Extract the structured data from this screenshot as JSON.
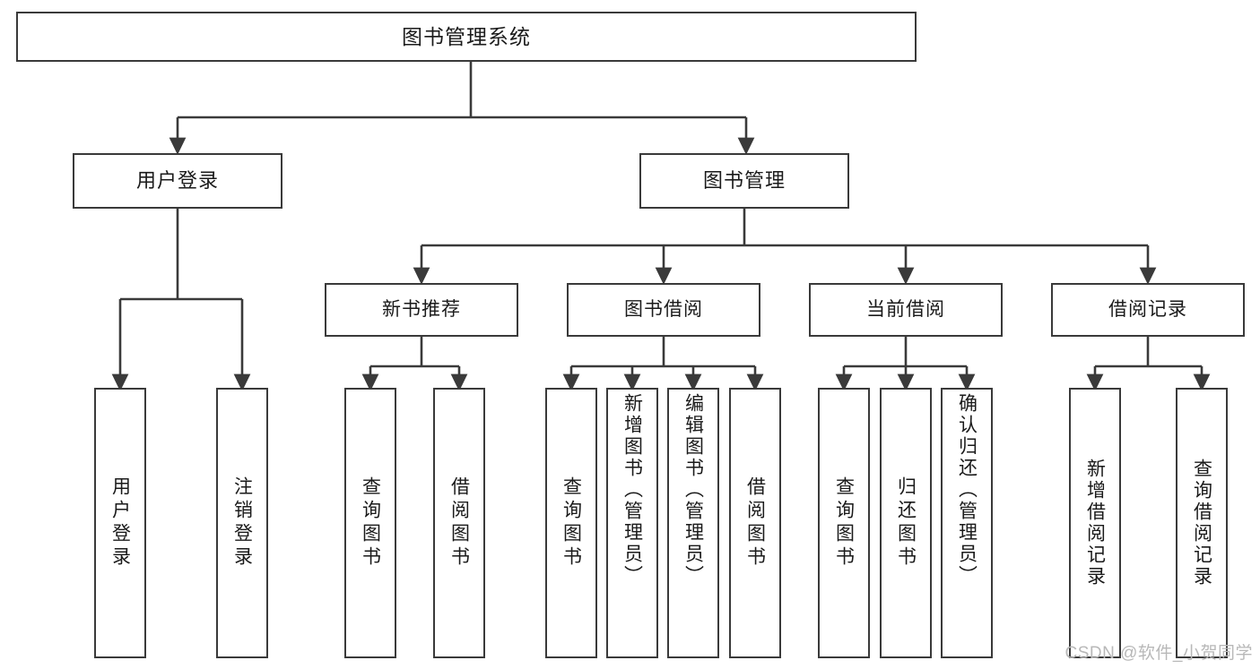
{
  "diagram": {
    "title": "图书管理系统",
    "type": "tree-hierarchy",
    "watermark": "CSDN @软件_小贺同学",
    "colors": {
      "background": "#ffffff",
      "box_border": "#3a3a3a",
      "box_fill": "#ffffff",
      "edge": "#3a3a3a",
      "text": "#1a1a1a",
      "watermark": "#b8b8b8"
    },
    "root": {
      "label": "图书管理系统"
    },
    "level1": [
      {
        "label": "用户登录"
      },
      {
        "label": "图书管理"
      }
    ],
    "level2": [
      {
        "label": "新书推荐"
      },
      {
        "label": "图书借阅"
      },
      {
        "label": "当前借阅"
      },
      {
        "label": "借阅记录"
      }
    ],
    "leaves_user_login": [
      {
        "label": "用户登录"
      },
      {
        "label": "注销登录"
      }
    ],
    "leaves_new_books": [
      {
        "label": "查询图书"
      },
      {
        "label": "借阅图书"
      }
    ],
    "leaves_borrow": [
      {
        "label": "查询图书"
      },
      {
        "label": "新增图书（管理员）"
      },
      {
        "label": "编辑图书（管理员）"
      },
      {
        "label": "借阅图书"
      }
    ],
    "leaves_current": [
      {
        "label": "查询图书"
      },
      {
        "label": "归还图书"
      },
      {
        "label": "确认归还（管理员）"
      }
    ],
    "leaves_records": [
      {
        "label": "新增借阅记录"
      },
      {
        "label": "查询借阅记录"
      }
    ]
  }
}
